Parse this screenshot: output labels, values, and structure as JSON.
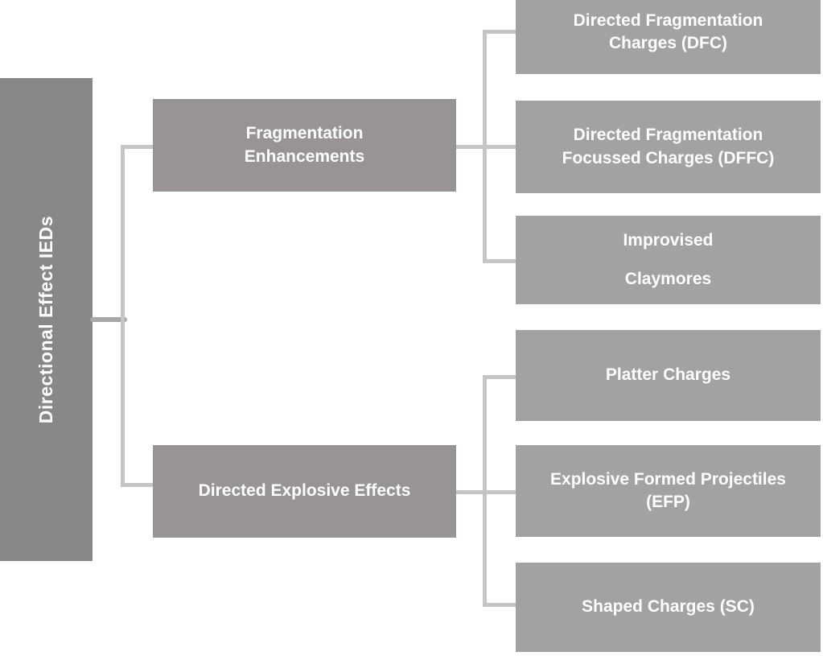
{
  "diagram": {
    "root": {
      "label": "Directional Effect IEDs"
    },
    "branches": [
      {
        "label": "Fragmentation\nEnhancements",
        "children": [
          {
            "label": "Directed Fragmentation\nCharges (DFC)"
          },
          {
            "label": "Directed Fragmentation\nFocussed Charges (DFFC)"
          },
          {
            "label": "Improvised\nClaymores"
          }
        ]
      },
      {
        "label": "Directed Explosive Effects",
        "children": [
          {
            "label": "Platter Charges"
          },
          {
            "label": "Explosive Formed Projectiles\n(EFP)"
          },
          {
            "label": "Shaped Charges (SC)"
          }
        ]
      }
    ],
    "colors": {
      "root_fill": "#8a8788",
      "branch_fill": "#989495",
      "leaf_fill": "#a4a1a2",
      "connector": "#c6c4c4",
      "root_connector": "#a9a6a6",
      "text": "#ffffff"
    }
  }
}
